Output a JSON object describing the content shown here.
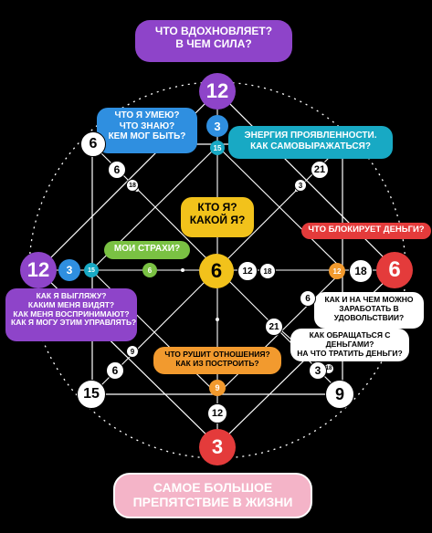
{
  "colors": {
    "purple": "#8e44c9",
    "blue": "#2f8fe0",
    "cyan": "#18a9c4",
    "yellow": "#f2c21b",
    "green": "#7ac143",
    "orange": "#f29a2e",
    "red": "#e43b3b",
    "pink": "#f4b4c8",
    "white": "#ffffff"
  },
  "labels": {
    "top": [
      "ЧТО ВДОХНОВЛЯЕТ?",
      "В ЧЕМ СИЛА?"
    ],
    "skills": [
      "ЧТО Я УМЕЮ?",
      "ЧТО ЗНАЮ?",
      "КЕМ МОГ БЫТЬ?"
    ],
    "energy": [
      "ЭНЕРГИЯ ПРОЯВЛЕННОСТИ.",
      "КАК САМОВЫРАЖАТЬСЯ?"
    ],
    "who": [
      "КТО Я?",
      "КАКОЙ Я?"
    ],
    "money_block": "ЧТО БЛОКИРУЕТ ДЕНЬГИ?",
    "fears": "МОИ СТРАХИ?",
    "look": [
      "КАК Я ВЫГЛЯЖУ?",
      "КАКИМ МЕНЯ ВИДЯТ?",
      "КАК МЕНЯ ВОСПРИНИМАЮТ?",
      "КАК Я МОГУ ЭТИМ УПРАВЛЯТЬ?"
    ],
    "earn": [
      "КАК И НА ЧЕМ МОЖНО",
      "ЗАРАБОТАТЬ В",
      "УДОВОЛЬСТВИИ?"
    ],
    "spend": [
      "КАК ОБРАЩАТЬСЯ С",
      "ДЕНЬГАМИ?",
      "НА ЧТО ТРАТИТЬ ДЕНЬГИ?"
    ],
    "relations": [
      "ЧТО РУШИТ ОТНОШЕНИЯ?",
      "КАК ИЗ ПОСТРОИТЬ?"
    ],
    "obstacle": [
      "САМОЕ БОЛЬШОЕ",
      "ПРЕПЯТСТВИЕ В ЖИЗНИ"
    ]
  },
  "nodes": {
    "top_main": "12",
    "top_small": "3",
    "top_tiny": "15",
    "left_top_big": "6",
    "left_top_mid": "6",
    "left_top_small": "18",
    "right_top_mid": "21",
    "right_top_small": "3",
    "center": "6",
    "center_right_1": "12",
    "center_right_2": "18",
    "left_main": "12",
    "left_small": "3",
    "left_tiny": "15",
    "right_main": "6",
    "right_small": "18",
    "right_tiny": "12",
    "fears_dot": "6",
    "right_earn": "6",
    "lower_mid": "21",
    "left_bot_small": "9",
    "left_bot_mid": "6",
    "left_bot_big": "15",
    "right_bot_small": "3",
    "right_bot_big": "9",
    "right_bot_tiny": "18",
    "bottom_tiny": "9",
    "bottom_mid": "12",
    "bottom_main": "3"
  }
}
